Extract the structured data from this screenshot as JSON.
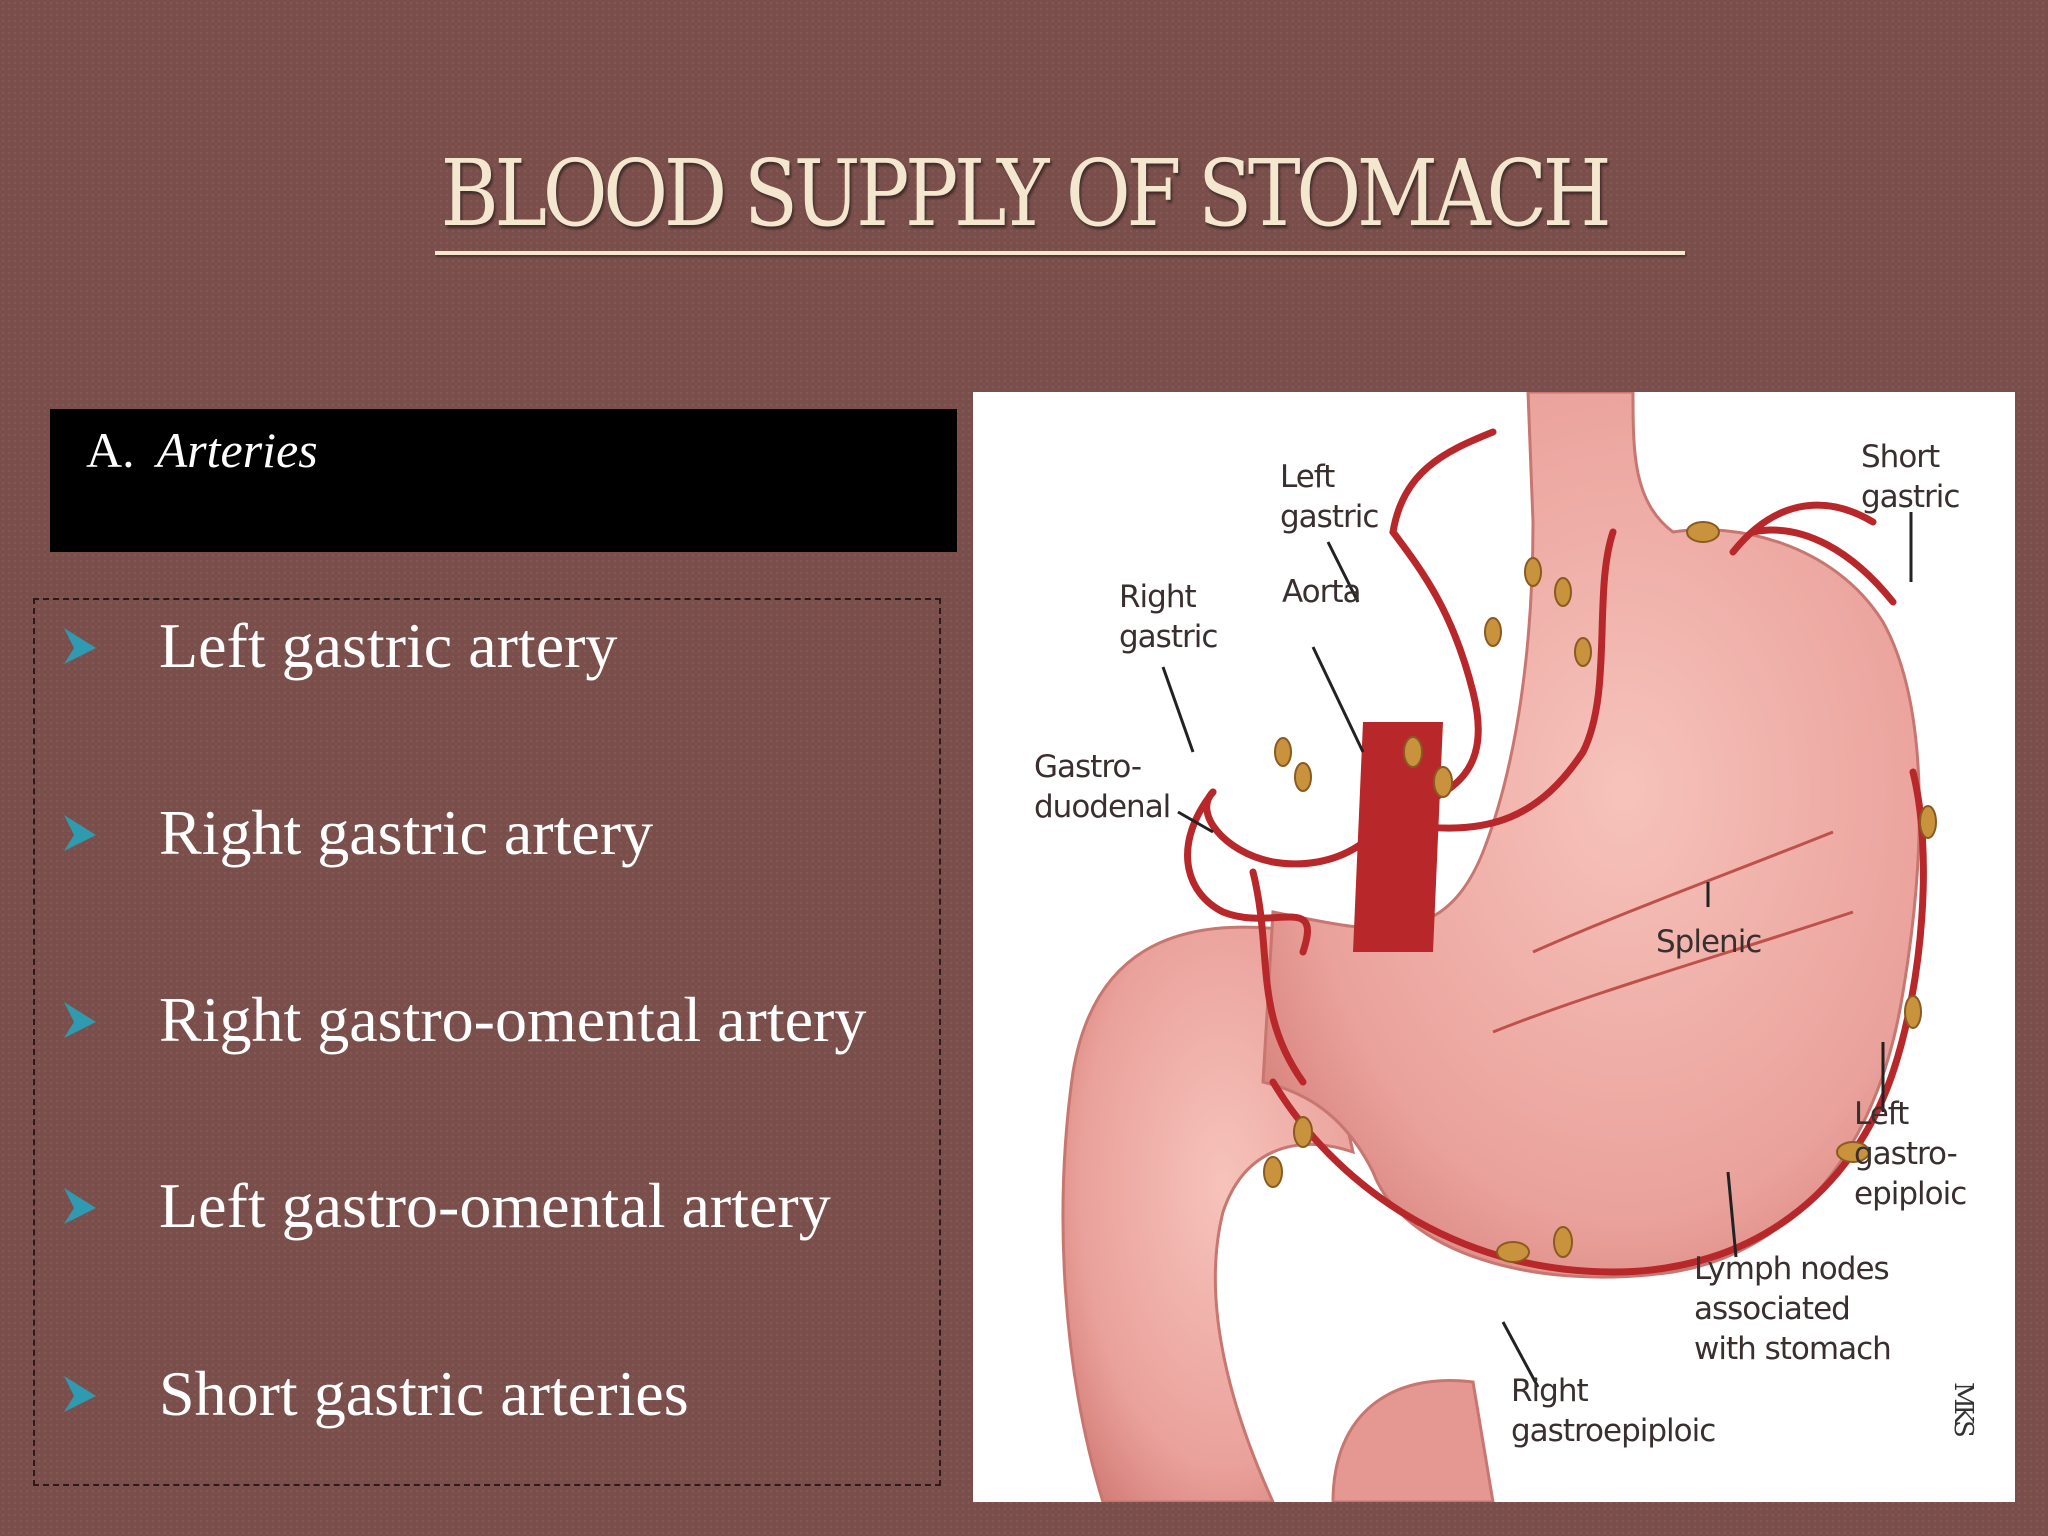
{
  "title": "BLOOD SUPPLY OF STOMACH",
  "section": {
    "marker": "A.",
    "label": "Arteries"
  },
  "bullets": [
    "Left gastric artery",
    "Right gastric artery",
    "Right gastro-omental artery",
    "Left gastro-omental artery",
    "Short gastric arteries"
  ],
  "colors": {
    "background": "#7a4f4b",
    "title": "#f3e7cf",
    "bullet_arrow": "#2e9bb0",
    "stomach": "#eaa19b",
    "artery": "#b8282a"
  },
  "figure": {
    "labels": {
      "short_gastric": "Short\ngastric",
      "left_gastric": "Left\ngastric",
      "aorta": "Aorta",
      "right_gastric": "Right\ngastric",
      "gastroduodenal": "Gastro-\nduodenal",
      "splenic": "Splenic",
      "left_gastroepiploic": "Left\ngastro-\nepiploic",
      "lymph_nodes": "Lymph nodes\nassociated\nwith stomach",
      "right_gastroepiploic": "Right\ngastroepiploic"
    },
    "watermark": "MKS"
  }
}
